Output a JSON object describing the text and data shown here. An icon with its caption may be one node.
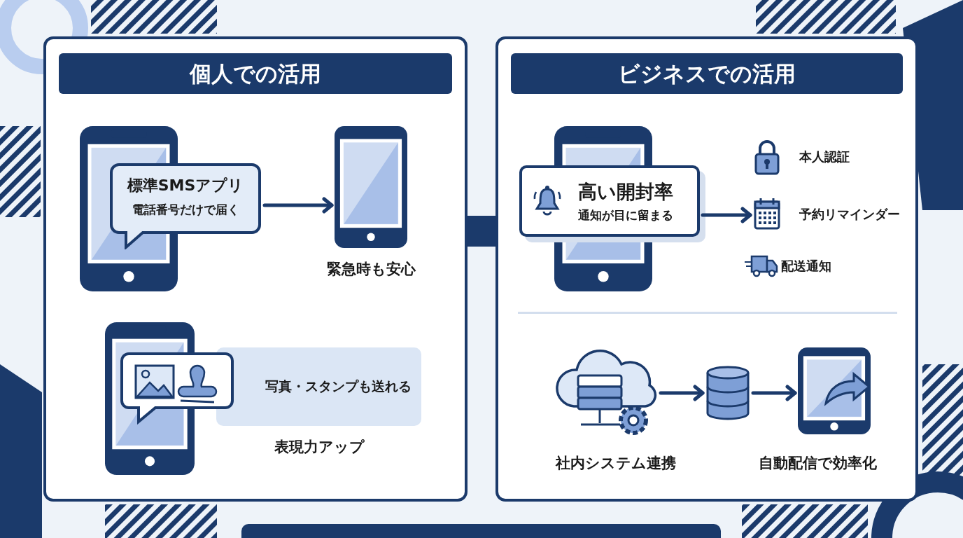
{
  "diagram": {
    "nodes": [
      {
        "text": [
          "個人での活用"
        ]
      },
      {
        "text": [
          "ビジネスでの活用"
        ]
      },
      {
        "text": [
          "標準SMSアプリ",
          "電話番号だけで届く"
        ],
        "in": 0
      },
      {
        "text": [],
        "shape": "picture",
        "in": 0,
        "beside": [
          "緊急時も安心"
        ]
      },
      {
        "text": [
          "写真・スタンプも送れる"
        ],
        "in": 0,
        "beside": [
          "表現力アップ"
        ]
      },
      {
        "text": [
          "高い開封率",
          "通知が目に留まる"
        ],
        "in": 1
      },
      {
        "text": [
          "本人認証"
        ],
        "in": 1
      },
      {
        "text": [
          "予約リマインダー"
        ],
        "in": 1
      },
      {
        "text": [
          "配送通知"
        ],
        "in": 1
      },
      {
        "text": [],
        "shape": "picture",
        "in": 1,
        "beside": [
          "社内システム連携"
        ]
      },
      {
        "text": [],
        "shape": "cylinder",
        "in": 1
      },
      {
        "text": [],
        "shape": "picture",
        "in": 1,
        "beside": [
          "自動配信で効率化"
        ]
      }
    ],
    "edges": [
      {
        "from": 2,
        "to": 3,
        "arrow": "to"
      },
      {
        "from": 5,
        "to": 7,
        "arrow": "to"
      },
      {
        "from": 9,
        "to": 10,
        "arrow": "to"
      },
      {
        "from": 10,
        "to": 11,
        "arrow": "to"
      }
    ]
  }
}
